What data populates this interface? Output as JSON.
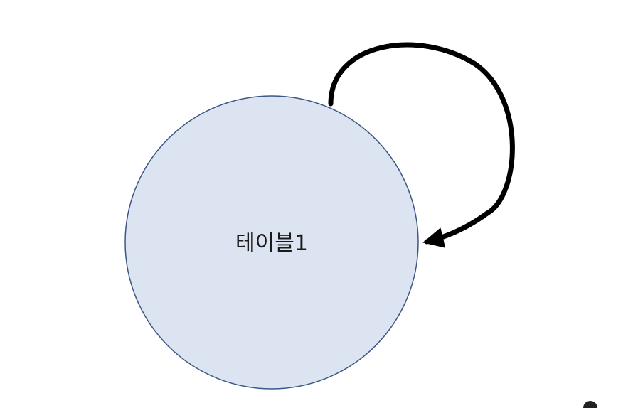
{
  "diagram": {
    "nodes": [
      {
        "id": "table1",
        "label": "테이블1",
        "fill": "#dce4f2",
        "stroke": "#3d5785"
      }
    ],
    "edges": [
      {
        "from": "table1",
        "to": "table1",
        "kind": "self-loop",
        "color": "#000000"
      }
    ]
  }
}
